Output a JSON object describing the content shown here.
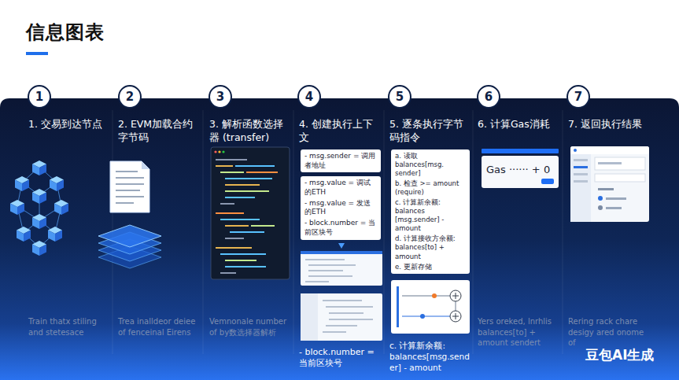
{
  "diagram": {
    "title": "信息图表",
    "nodes": [
      {
        "text": [
          "1"
        ]
      },
      {
        "text": [
          "2"
        ]
      },
      {
        "text": [
          "3"
        ]
      },
      {
        "text": [
          "4"
        ]
      },
      {
        "text": [
          "5"
        ]
      },
      {
        "text": [
          "6"
        ]
      },
      {
        "text": [
          "7"
        ]
      },
      {
        "text": [
          "- msg.sender = 调用者地址"
        ]
      },
      {
        "text": [
          "- msg.value = 调试的ETH",
          "- msg.value = 发送的ETH",
          "- block.number = 当前区块号"
        ]
      },
      {
        "text": [
          "a. 读取balances[msg. sender]",
          "b. 检查 >= amount (require)",
          "c. 计算新余额: balances [msg.sender] - amount",
          "d. 计算接收方余额: balances[to] + amount",
          "e. 更新存储"
        ]
      },
      {
        "text": [
          "Gas ······ + 0"
        ]
      }
    ],
    "labels": [
      "1. 交易到达节点",
      "2. EVM加载合约字节码",
      "3. 解析函数选择器 (transfer)",
      "4. 创建执行上下文",
      "5. 逐条执行字节码指令",
      "6. 计算Gas消耗",
      "7. 返回执行结果",
      "Train thatx stiling and stetesace",
      "Trea inalldeor deiee of fenceinal Eirens",
      "Vemnonale number of by数选择器解析",
      "- block.number = 当前区块号",
      "c. 计算新余额: balances[msg.sender] - amount",
      "Yers oreked, lnrhlis balances[to] + amount sendert",
      "Rering rack chare desigy ared onome of",
      "豆包AI生成"
    ]
  }
}
